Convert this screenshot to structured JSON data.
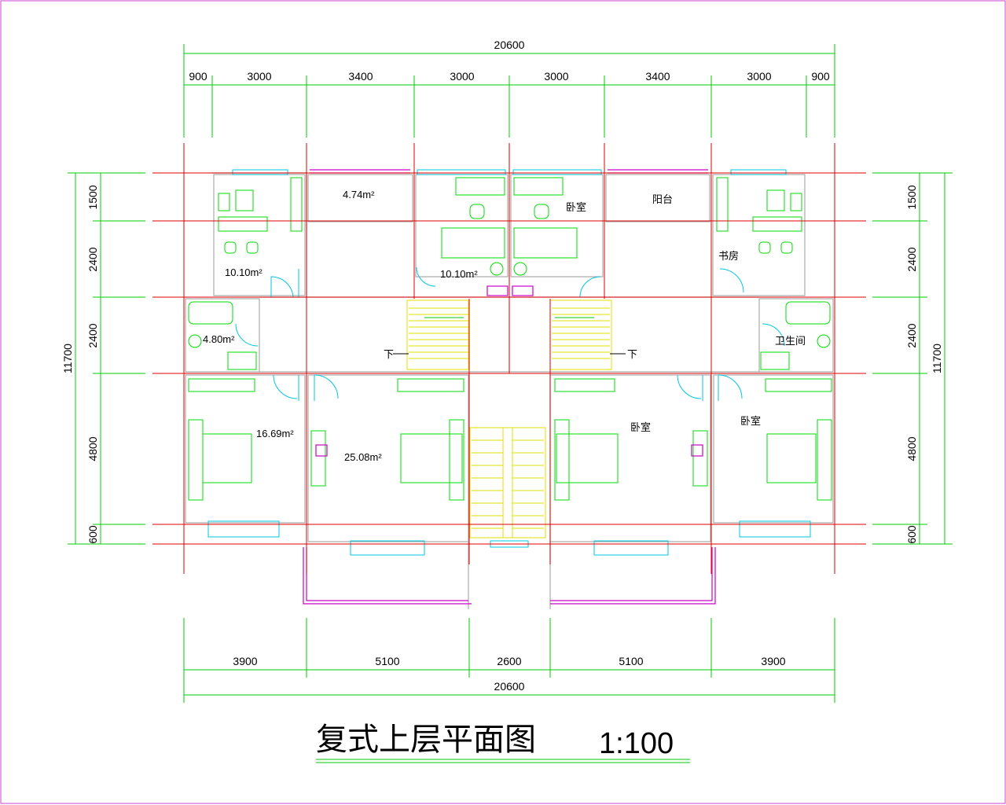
{
  "title": "复式上层平面图",
  "scale": "1:100",
  "top_dims": {
    "overall": "20600",
    "segments": [
      "900",
      "3000",
      "3400",
      "3000",
      "3000",
      "3400",
      "3000",
      "900"
    ]
  },
  "bottom_dims": {
    "overall": "20600",
    "segments": [
      "3900",
      "5100",
      "2600",
      "5100",
      "3900"
    ]
  },
  "side_dims": {
    "overall": "11700",
    "segments": [
      "1500",
      "2400",
      "2400",
      "4800",
      "600"
    ]
  },
  "rooms": {
    "a1": "4.74m²",
    "a2": "10.10m²",
    "a3": "10.10m²",
    "a4": "4.80m²",
    "a5": "16.69m²",
    "a6": "25.08m²",
    "bedroom_1": "卧室",
    "bedroom_2": "卧室",
    "bedroom_3": "卧室",
    "balcony": "阳台",
    "study": "书房",
    "bathroom": "卫生间",
    "down_1": "下",
    "down_2": "下"
  },
  "colors": {
    "dimension": "#00cc00",
    "axis": "#e00000",
    "wall": "#aaaaaa",
    "window": "#00c8e0",
    "railing": "#cc00cc",
    "stair": "#e0e000",
    "furniture": "#00dd00"
  }
}
